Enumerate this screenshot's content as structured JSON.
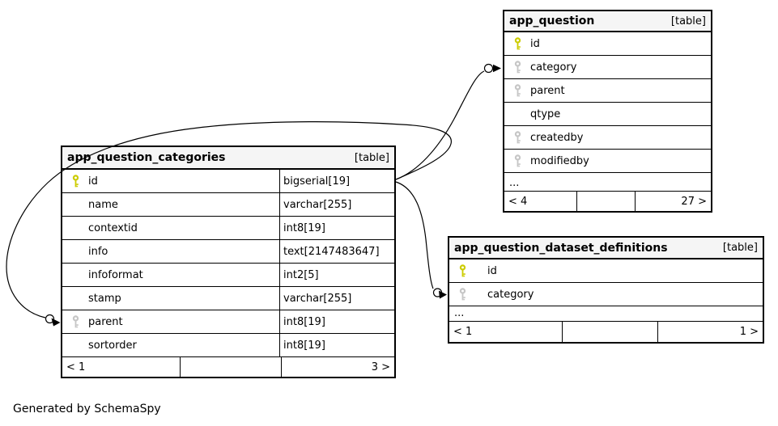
{
  "diagram": {
    "generator_note": "Generated by SchemaSpy"
  },
  "colors": {
    "primary_key": "#cccc00",
    "foreign_key": "#c6c6c6",
    "header_bg": "#f5f5f5",
    "border": "#000000",
    "row_bg": "#ffffff"
  },
  "tables": [
    {
      "title": "app_question_categories",
      "badge": "[table]",
      "columns": [
        {
          "name": "id",
          "type": "bigserial[19]",
          "key": "primary"
        },
        {
          "name": "name",
          "type": "varchar[255]",
          "key": "none"
        },
        {
          "name": "contextid",
          "type": "int8[19]",
          "key": "none"
        },
        {
          "name": "info",
          "type": "text[2147483647]",
          "key": "none"
        },
        {
          "name": "infoformat",
          "type": "int2[5]",
          "key": "none"
        },
        {
          "name": "stamp",
          "type": "varchar[255]",
          "key": "none"
        },
        {
          "name": "parent",
          "type": "int8[19]",
          "key": "foreign"
        },
        {
          "name": "sortorder",
          "type": "int8[19]",
          "key": "none"
        }
      ],
      "footer": {
        "left": "< 1",
        "middle": "",
        "right": "3 >"
      }
    },
    {
      "title": "app_question",
      "badge": "[table]",
      "columns": [
        {
          "name": "id",
          "key": "primary"
        },
        {
          "name": "category",
          "key": "foreign"
        },
        {
          "name": "parent",
          "key": "foreign"
        },
        {
          "name": "qtype",
          "key": "none"
        },
        {
          "name": "createdby",
          "key": "foreign"
        },
        {
          "name": "modifiedby",
          "key": "foreign"
        }
      ],
      "ellipsis": "...",
      "footer": {
        "left": "< 4",
        "middle": "",
        "right": "27 >"
      }
    },
    {
      "title": "app_question_dataset_definitions",
      "badge": "[table]",
      "columns": [
        {
          "name": "id",
          "key": "primary"
        },
        {
          "name": "category",
          "key": "foreign"
        }
      ],
      "ellipsis": "...",
      "footer": {
        "left": "< 1",
        "middle": "",
        "right": "1 >"
      }
    }
  ],
  "relationships": [
    {
      "from": "app_question.category",
      "to": "app_question_categories.id"
    },
    {
      "from": "app_question_categories.parent",
      "to": "app_question_categories.id"
    },
    {
      "from": "app_question_dataset_definitions.category",
      "to": "app_question_categories.id"
    }
  ]
}
